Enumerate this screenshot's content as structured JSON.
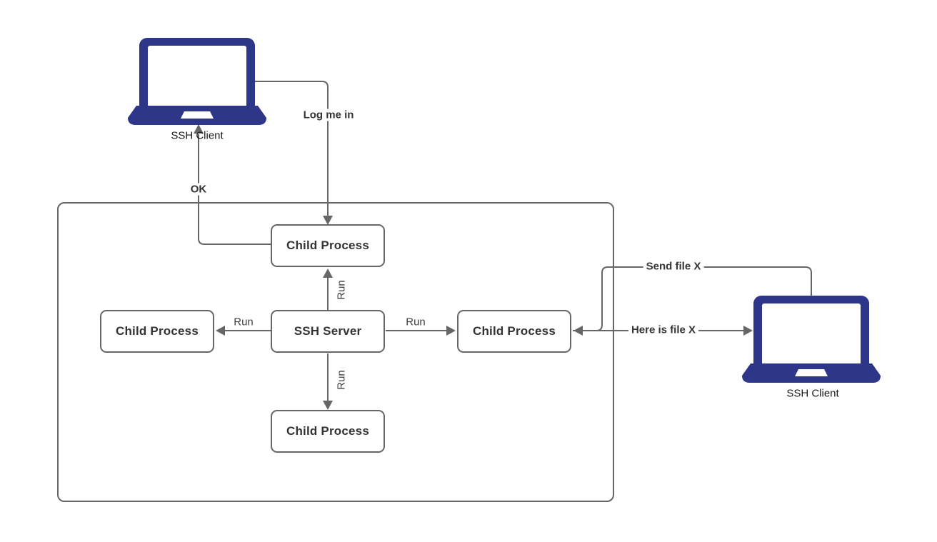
{
  "diagram": {
    "nodes": {
      "child_top": {
        "label": "Child Process"
      },
      "child_left": {
        "label": "Child Process"
      },
      "server": {
        "label": "SSH Server"
      },
      "child_right": {
        "label": "Child Process"
      },
      "child_bottom": {
        "label": "Child Process"
      }
    },
    "clients": {
      "left": {
        "label": "SSH Client"
      },
      "right": {
        "label": "SSH Client"
      }
    },
    "edges": {
      "log_me_in": {
        "label": "Log me in"
      },
      "ok": {
        "label": "OK"
      },
      "run_top": {
        "label": "Run"
      },
      "run_left": {
        "label": "Run"
      },
      "run_right": {
        "label": "Run"
      },
      "run_bottom": {
        "label": "Run"
      },
      "send_file": {
        "label": "Send file X"
      },
      "here_is_file": {
        "label": "Here is file X"
      }
    },
    "colors": {
      "laptop_fill": "#2d3688",
      "line": "#666666",
      "node_border": "#666666",
      "label_text": "#333333"
    }
  }
}
